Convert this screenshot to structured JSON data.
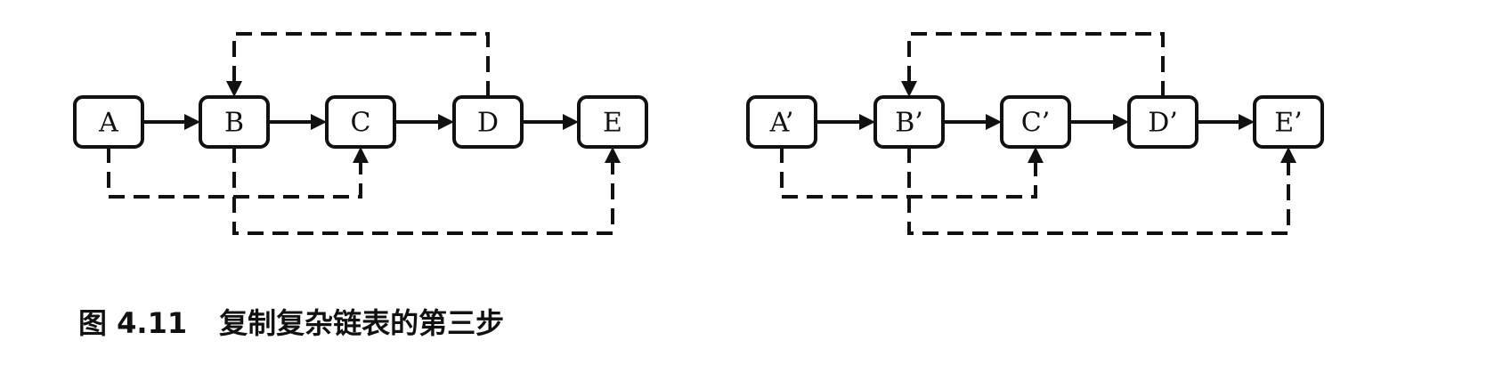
{
  "diagrams": [
    {
      "nodes": [
        {
          "id": "A",
          "label": "A"
        },
        {
          "id": "B",
          "label": "B"
        },
        {
          "id": "C",
          "label": "C"
        },
        {
          "id": "D",
          "label": "D"
        },
        {
          "id": "E",
          "label": "E"
        }
      ],
      "next_edges": [
        [
          "A",
          "B"
        ],
        [
          "B",
          "C"
        ],
        [
          "C",
          "D"
        ],
        [
          "D",
          "E"
        ]
      ],
      "sibling_edges": [
        [
          "A",
          "C"
        ],
        [
          "B",
          "E"
        ],
        [
          "D",
          "B"
        ]
      ]
    },
    {
      "nodes": [
        {
          "id": "A'",
          "label": "A’"
        },
        {
          "id": "B'",
          "label": "B’"
        },
        {
          "id": "C'",
          "label": "C’"
        },
        {
          "id": "D'",
          "label": "D’"
        },
        {
          "id": "E'",
          "label": "E’"
        }
      ],
      "next_edges": [
        [
          "A'",
          "B'"
        ],
        [
          "B'",
          "C'"
        ],
        [
          "C'",
          "D'"
        ],
        [
          "D'",
          "E'"
        ]
      ],
      "sibling_edges": [
        [
          "A'",
          "C'"
        ],
        [
          "B'",
          "E'"
        ],
        [
          "D'",
          "B'"
        ]
      ]
    }
  ],
  "caption": {
    "number": "图 4.11",
    "text": "复制复杂链表的第三步"
  },
  "colors": {
    "stroke": "#111111",
    "background": "#ffffff"
  }
}
